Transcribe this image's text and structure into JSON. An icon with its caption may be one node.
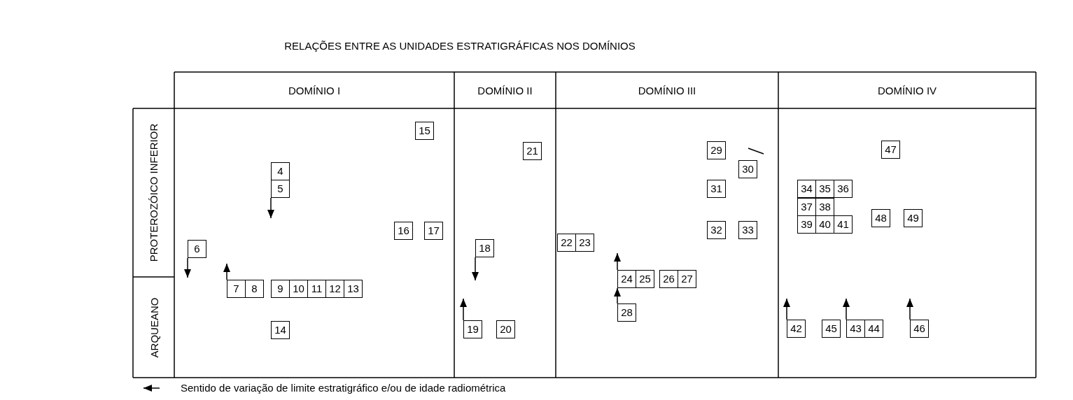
{
  "diagram": {
    "title": "RELAÇÕES ENTRE AS UNIDADES ESTRATIGRÁFICAS NOS DOMÍNIOS",
    "nodes": [
      {
        "text": [
          "4"
        ]
      },
      {
        "text": [
          "5"
        ]
      },
      {
        "text": [
          "6"
        ]
      },
      {
        "text": [
          "7"
        ]
      },
      {
        "text": [
          "8"
        ]
      },
      {
        "text": [
          "9"
        ]
      },
      {
        "text": [
          "10"
        ]
      },
      {
        "text": [
          "11"
        ]
      },
      {
        "text": [
          "12"
        ]
      },
      {
        "text": [
          "13"
        ]
      },
      {
        "text": [
          "14"
        ]
      },
      {
        "text": [
          "15"
        ]
      },
      {
        "text": [
          "16"
        ]
      },
      {
        "text": [
          "17"
        ]
      },
      {
        "text": [
          "18"
        ]
      },
      {
        "text": [
          "19"
        ]
      },
      {
        "text": [
          "20"
        ]
      },
      {
        "text": [
          "21"
        ]
      },
      {
        "text": [
          "22"
        ]
      },
      {
        "text": [
          "23"
        ]
      },
      {
        "text": [
          "24"
        ]
      },
      {
        "text": [
          "25"
        ]
      },
      {
        "text": [
          "26"
        ]
      },
      {
        "text": [
          "27"
        ]
      },
      {
        "text": [
          "28"
        ]
      },
      {
        "text": [
          "29"
        ]
      },
      {
        "text": [
          "30"
        ]
      },
      {
        "text": [
          "31"
        ]
      },
      {
        "text": [
          "32"
        ]
      },
      {
        "text": [
          "33"
        ]
      },
      {
        "text": [
          "34"
        ]
      },
      {
        "text": [
          "35"
        ]
      },
      {
        "text": [
          "36"
        ]
      },
      {
        "text": [
          "37"
        ]
      },
      {
        "text": [
          "38"
        ]
      },
      {
        "text": [
          "39"
        ]
      },
      {
        "text": [
          "40"
        ]
      },
      {
        "text": [
          "41"
        ]
      },
      {
        "text": [
          "42"
        ]
      },
      {
        "text": [
          "43"
        ]
      },
      {
        "text": [
          "44"
        ]
      },
      {
        "text": [
          "45"
        ]
      },
      {
        "text": [
          "46"
        ]
      },
      {
        "text": [
          "47"
        ]
      },
      {
        "text": [
          "48"
        ]
      },
      {
        "text": [
          "49"
        ]
      }
    ],
    "edges": [
      {
        "from": 1,
        "to": null,
        "arrow": "to"
      },
      {
        "from": 2,
        "to": null,
        "arrow": "to"
      },
      {
        "from": 3,
        "to": null,
        "arrow": "to"
      },
      {
        "from": 14,
        "to": null,
        "arrow": "to"
      },
      {
        "from": 15,
        "to": null,
        "arrow": "to"
      },
      {
        "from": 20,
        "to": null,
        "arrow": "to"
      },
      {
        "from": 24,
        "to": 20,
        "arrow": "to"
      },
      {
        "from": 38,
        "to": null,
        "arrow": "to"
      },
      {
        "from": 39,
        "to": null,
        "arrow": "to"
      },
      {
        "from": 42,
        "to": null,
        "arrow": "to"
      }
    ],
    "labels": [
      "DOMÍNIO I",
      "DOMÍNIO II",
      "DOMÍNIO III",
      "DOMÍNIO IV",
      "PROTEROZÓICO INFERIOR",
      "ARQUEANO"
    ],
    "legend": [
      {
        "text": "Sentido de variação de limite estratigráfico e/ou de idade radiométrica"
      }
    ]
  }
}
